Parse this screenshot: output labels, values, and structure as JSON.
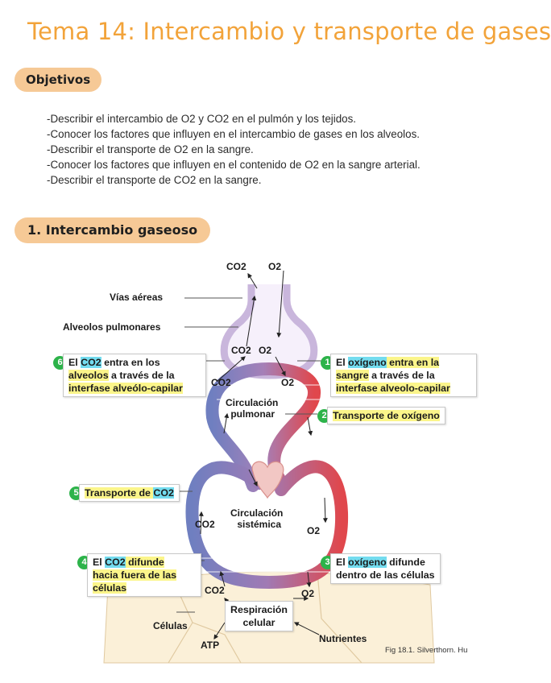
{
  "title": "Tema 14: Intercambio y transporte de gases",
  "sections": {
    "objectives": "Objetivos",
    "section1": "1. Intercambio gaseoso"
  },
  "objectives": [
    "-Describir el intercambio de O2 y CO2 en el pulmón y los tejidos.",
    "-Conocer los factores que influyen en el intercambio de gases en los alveolos.",
    "-Describir el transporte de O2 en la sangre.",
    "-Conocer los factores que influyen en el contenido de O2 en la sangre arterial.",
    "-Describir el transporte de CO2 en la sangre."
  ],
  "figure": {
    "top_co2": "CO2",
    "top_o2": "O2",
    "vias_aereas": "Vías aéreas",
    "alveolos_pulmonares": "Alveolos pulmonares",
    "alv_co2": "CO2",
    "alv_o2": "O2",
    "pul_co2": "CO2",
    "pul_o2": "O2",
    "circ_pulmonar_1": "Circulación",
    "circ_pulmonar_2": "pulmonar",
    "circ_sistemica_1": "Circulación",
    "circ_sistemica_2": "sistémica",
    "sys_co2": "CO2",
    "sys_o2": "O2",
    "cell_co2": "CO2",
    "cell_o2": "O2",
    "resp_1": "Respiración",
    "resp_2": "celular",
    "celulas": "Células",
    "atp": "ATP",
    "nutrientes": "Nutrientes",
    "step1_num": "1",
    "step1_a": "El ",
    "step1_b": "oxígeno",
    "step1_c": " entra en la",
    "step1_d": "sangre",
    "step1_e": " a través de la",
    "step1_f": "interfase alveolo-capilar",
    "step2_num": "2",
    "step2": "Transporte de oxígeno",
    "step3_num": "3",
    "step3_a": "El ",
    "step3_b": "oxígeno",
    "step3_c": " difunde",
    "step3_d": "dentro de las células",
    "step4_num": "4",
    "step4_a": "El ",
    "step4_b": "CO2",
    "step4_c": " difunde",
    "step4_d": "hacia fuera de las",
    "step4_e": "células",
    "step5_num": "5",
    "step5_a": "Transporte de ",
    "step5_b": "CO2",
    "step6_num": "6",
    "step6_a": "El ",
    "step6_b": "CO2",
    "step6_c": " entra en los",
    "step6_d": "alveolos",
    "step6_e": " a través de la",
    "step6_f": "interfase alveólo-capilar",
    "citation": "Fig 18.1. Silverthorn. Hu"
  },
  "colors": {
    "title": "#f2a33a",
    "pill": "#f6c996",
    "highlight": "#fbf58a",
    "badge": "#2db34a",
    "cyan_highlight": "#73dcef",
    "venous": "#6f7fc0",
    "arterial": "#e0474c",
    "alveolus": "#c9b6dc"
  }
}
